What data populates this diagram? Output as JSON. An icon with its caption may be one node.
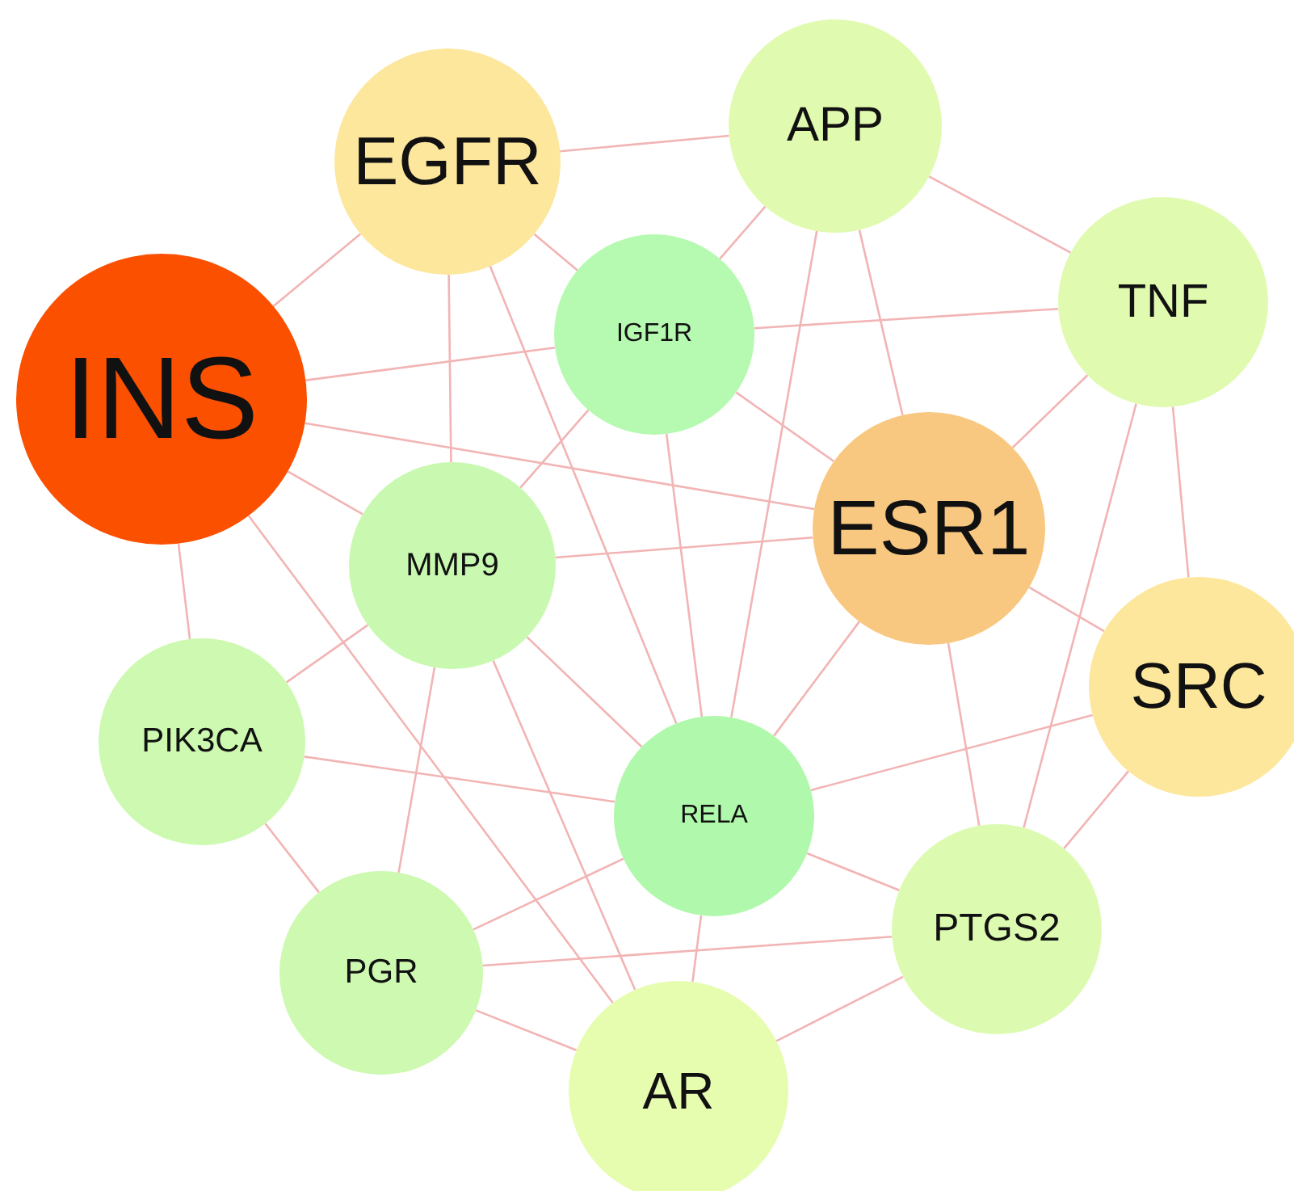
{
  "diagram": {
    "nodes": [
      {
        "text": [
          "EGFR"
        ]
      },
      {
        "text": [
          "APP"
        ]
      },
      {
        "text": [
          "TNF"
        ]
      },
      {
        "text": [
          "INS"
        ]
      },
      {
        "text": [
          "IGF1R"
        ]
      },
      {
        "text": [
          "ESR1"
        ]
      },
      {
        "text": [
          "MMP9"
        ]
      },
      {
        "text": [
          "SRC"
        ]
      },
      {
        "text": [
          "PIK3CA"
        ]
      },
      {
        "text": [
          "RELA"
        ]
      },
      {
        "text": [
          "PTGS2"
        ]
      },
      {
        "text": [
          "PGR"
        ]
      },
      {
        "text": [
          "AR"
        ]
      }
    ],
    "edges": [
      {
        "from": 3,
        "to": 0,
        "arrow": "none"
      },
      {
        "from": 3,
        "to": 4,
        "arrow": "none"
      },
      {
        "from": 3,
        "to": 5,
        "arrow": "none"
      },
      {
        "from": 3,
        "to": 6,
        "arrow": "none"
      },
      {
        "from": 3,
        "to": 8,
        "arrow": "none"
      },
      {
        "from": 3,
        "to": 12,
        "arrow": "none"
      },
      {
        "from": 5,
        "to": 1,
        "arrow": "none"
      },
      {
        "from": 5,
        "to": 2,
        "arrow": "none"
      },
      {
        "from": 5,
        "to": 4,
        "arrow": "none"
      },
      {
        "from": 5,
        "to": 6,
        "arrow": "none"
      },
      {
        "from": 5,
        "to": 7,
        "arrow": "none"
      },
      {
        "from": 5,
        "to": 9,
        "arrow": "none"
      },
      {
        "from": 5,
        "to": 10,
        "arrow": "none"
      },
      {
        "from": 0,
        "to": 1,
        "arrow": "none"
      },
      {
        "from": 0,
        "to": 4,
        "arrow": "none"
      },
      {
        "from": 0,
        "to": 6,
        "arrow": "none"
      },
      {
        "from": 0,
        "to": 9,
        "arrow": "none"
      },
      {
        "from": 7,
        "to": 2,
        "arrow": "none"
      },
      {
        "from": 7,
        "to": 9,
        "arrow": "none"
      },
      {
        "from": 7,
        "to": 10,
        "arrow": "none"
      },
      {
        "from": 1,
        "to": 2,
        "arrow": "none"
      },
      {
        "from": 1,
        "to": 4,
        "arrow": "none"
      },
      {
        "from": 1,
        "to": 9,
        "arrow": "none"
      },
      {
        "from": 2,
        "to": 4,
        "arrow": "none"
      },
      {
        "from": 2,
        "to": 10,
        "arrow": "none"
      },
      {
        "from": 4,
        "to": 6,
        "arrow": "none"
      },
      {
        "from": 4,
        "to": 9,
        "arrow": "none"
      },
      {
        "from": 6,
        "to": 8,
        "arrow": "none"
      },
      {
        "from": 6,
        "to": 9,
        "arrow": "none"
      },
      {
        "from": 6,
        "to": 11,
        "arrow": "none"
      },
      {
        "from": 6,
        "to": 12,
        "arrow": "none"
      },
      {
        "from": 8,
        "to": 9,
        "arrow": "none"
      },
      {
        "from": 8,
        "to": 11,
        "arrow": "none"
      },
      {
        "from": 9,
        "to": 10,
        "arrow": "none"
      },
      {
        "from": 9,
        "to": 11,
        "arrow": "none"
      },
      {
        "from": 9,
        "to": 12,
        "arrow": "none"
      },
      {
        "from": 10,
        "to": 11,
        "arrow": "none"
      },
      {
        "from": 10,
        "to": 12,
        "arrow": "none"
      },
      {
        "from": 11,
        "to": 12,
        "arrow": "none"
      }
    ]
  }
}
